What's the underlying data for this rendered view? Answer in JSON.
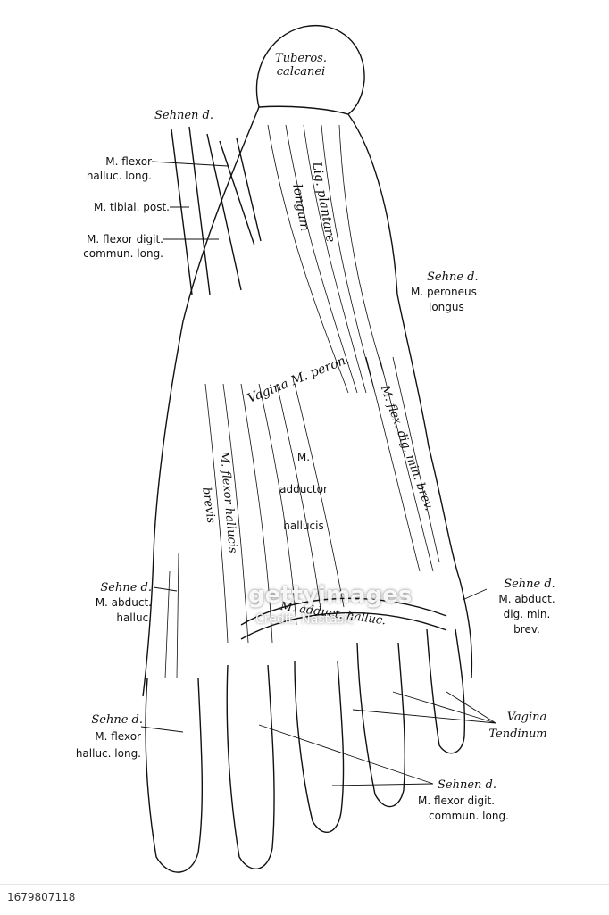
{
  "labels": {
    "tuberos": "Tuberos.",
    "calcanei": "calcanei",
    "sehnen_d_top": "Sehnen d.",
    "m_flexor": "M. flexor",
    "halluc_long": "halluc. long.",
    "m_tibial_post": "M. tibial. post.",
    "m_flexor_digit": "M. flexor digit.",
    "commun_long": "commun. long.",
    "lig_plantare": "Lig. plantare",
    "longum": "longum",
    "sehne_d_peroneus": "Sehne d.",
    "m_peroneus": "M. peroneus",
    "longus": "longus",
    "vagina_m_peron": "Vagina M. peron.",
    "m_flex_dig_min_brev": "M. flex. dig. min. brev.",
    "m": "M.",
    "adductor": "adductor",
    "hallucis": "hallucis",
    "m_flexor_hallucis": "M. flexor hallucis",
    "brevis": "brevis",
    "sehne_d_abduct": "Sehne d.",
    "m_abduct": "M. abduct.",
    "halluc": "halluc.",
    "sehne_d_abduct_dig": "Sehne d.",
    "m_abduct_dig": "M. abduct.",
    "dig_min": "dig. min.",
    "brev": "brev.",
    "vagina": "Vagina",
    "tendinum": "Tendinum",
    "sehne_d_flexor": "Sehne d.",
    "m_flexor_2": "M. flexor",
    "halluc_long_2": "halluc. long.",
    "sehnen_d_bottom": "Sehnen d.",
    "m_flexor_digit_2": "M. flexor digit.",
    "commun_long_2": "commun. long.",
    "m_adduct_halluc": "M. adduct. halluc."
  },
  "watermark": {
    "logo": "gettyimages",
    "credit": "Credit: Nastasic"
  },
  "footer": {
    "image_id": "1679807118"
  }
}
